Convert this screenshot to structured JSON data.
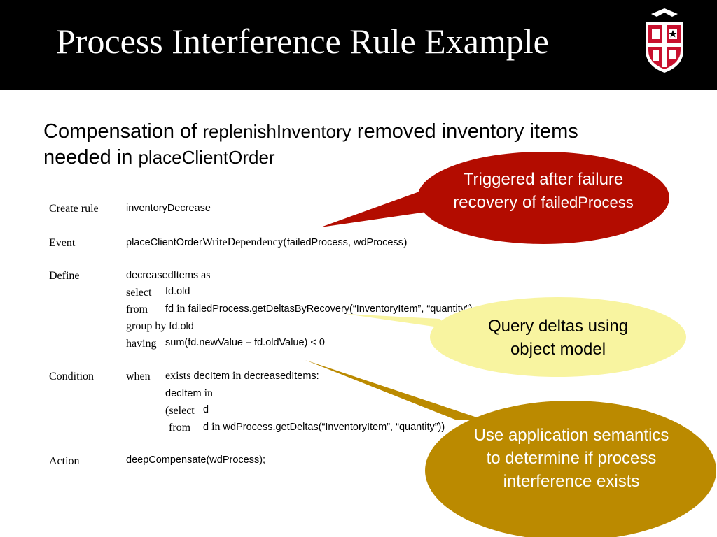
{
  "slide": {
    "title": "Process Interference Rule Example",
    "subtitle": {
      "part1": "Compensation of ",
      "code1": "replenishInventory",
      "part2": " removed inventory items needed in ",
      "code2": "placeClientOrder"
    }
  },
  "rule": {
    "create": {
      "label": "Create rule",
      "value": "inventoryDecrease"
    },
    "event": {
      "label": "Event",
      "v1": "placeClientOrder",
      "v2": "WriteDependency(",
      "v3": "failedProcess, wdProcess",
      "v4": ")"
    },
    "define": {
      "label": "Define",
      "l1a": "decreasedItems",
      "l1b": " as",
      "l2a": "select",
      "l2b": "fd.old",
      "l3a": "from",
      "l3b": "fd",
      "l3c": " in ",
      "l3d": "failedProcess.getDeltasByRecovery(“InventoryItem”, “quantity”)",
      "l4a": "group by ",
      "l4b": "fd.old",
      "l5a": "having",
      "l5b": "sum(fd.newValue – fd.oldValue) < 0"
    },
    "condition": {
      "label": "Condition",
      "l1a": "when",
      "l1b": "exists ",
      "l1c": "decItem",
      "l1d": " in ",
      "l1e": "decreasedItems:",
      "l2a": "decItem",
      "l2b": " in",
      "l3a": "(select",
      "l3b": "d",
      "l4a": "from",
      "l4b": "d",
      "l4c": " in ",
      "l4d": "wdProcess.getDeltas(“InventoryItem”, “quantity”))"
    },
    "action": {
      "label": "Action",
      "value": "deepCompensate(wdProcess);"
    }
  },
  "callouts": {
    "triggered": {
      "text": "Triggered after failure recovery of ",
      "code": "failedProcess",
      "color": "#b30c00"
    },
    "query": {
      "text": "Query deltas using object model",
      "color": "#f8f4a0"
    },
    "semantics": {
      "text": "Use application semantics to determine if process interference exists",
      "color": "#bb8a00"
    }
  }
}
